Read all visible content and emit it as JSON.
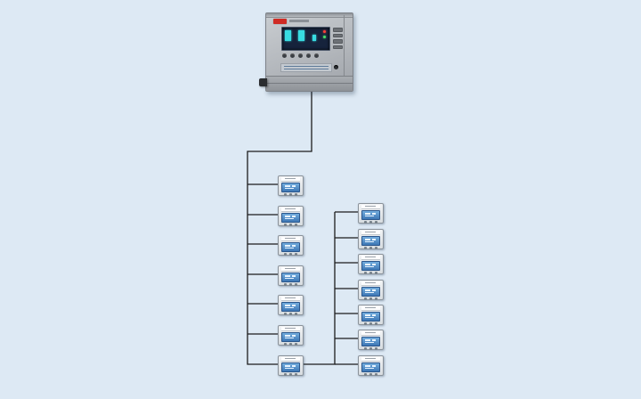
{
  "page": {
    "background_color": "#dde9f4"
  },
  "diagram": {
    "type": "device-topology",
    "line_color": "#1c1c1c",
    "controller": {
      "name": "alarm-controller-cabinet",
      "body_color": "#b3b7bc",
      "logo_color": "#cf2b24",
      "display_color": "#38dce2",
      "display_background": "#16233c",
      "indicator_colors": [
        "#ff4038",
        "#4be06a"
      ]
    },
    "branches": {
      "left": {
        "device_count": 7
      },
      "right": {
        "device_count": 7
      }
    },
    "device": {
      "name": "detector-module",
      "screen_color": "#4d8ccb",
      "body_color": "#e4e8eb"
    },
    "devices_total": 14
  }
}
